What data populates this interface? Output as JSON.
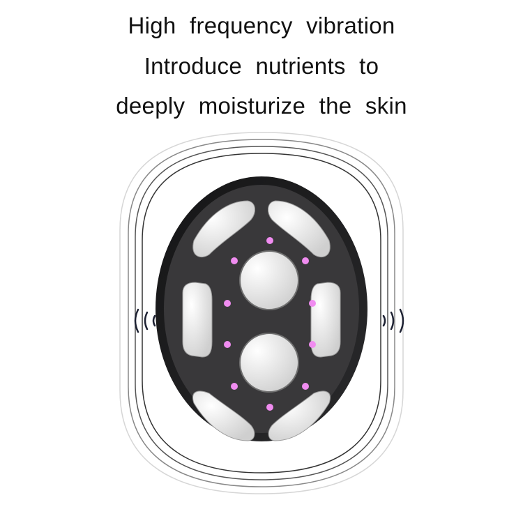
{
  "headline": {
    "lines": [
      "High frequency vibration",
      "Introduce nutrients to",
      "deeply moisturize the skin"
    ]
  },
  "illustration": {
    "subject": "skincare-device-head",
    "body_color": "#3a393b",
    "rim_color": "#1f1f21",
    "pad_color": "#e6e6e6",
    "led_color": "#f08cf0",
    "led_count": 10,
    "electrode_count": 2,
    "side_pad_count": 6,
    "vibration-waves": [
      "left",
      "right"
    ]
  }
}
